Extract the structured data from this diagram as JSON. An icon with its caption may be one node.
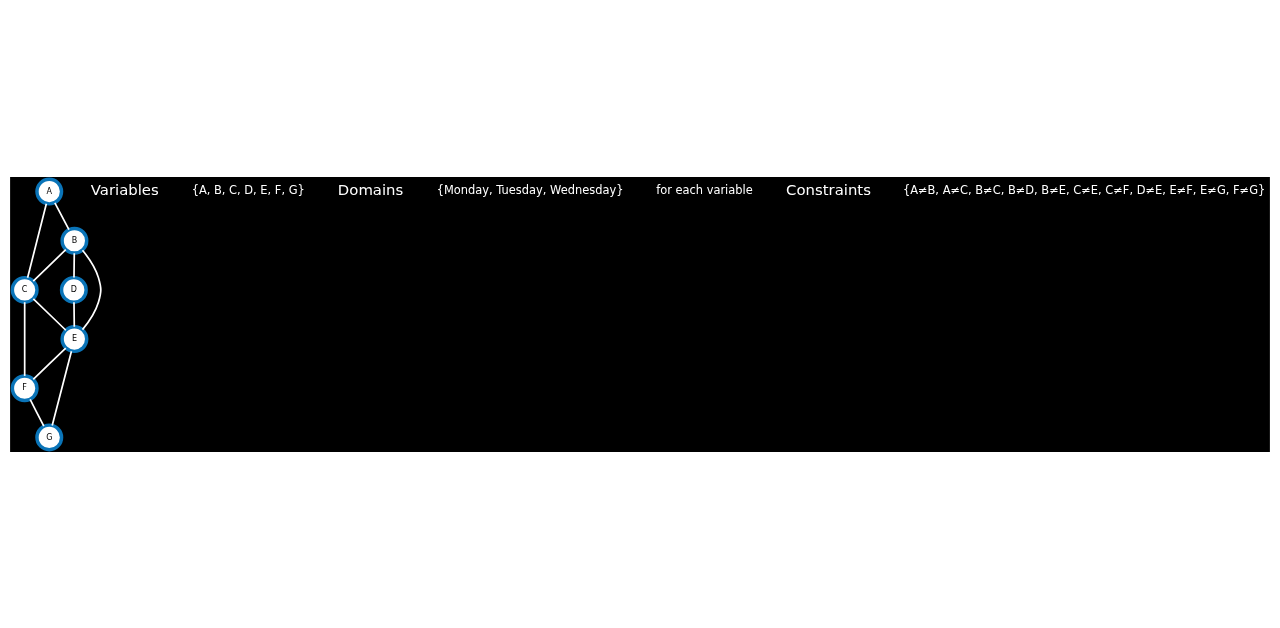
{
  "diagram": {
    "nodes": [
      {
        "text": [
          "A"
        ]
      },
      {
        "text": [
          "B"
        ]
      },
      {
        "text": [
          "C"
        ]
      },
      {
        "text": [
          "D"
        ]
      },
      {
        "text": [
          "E"
        ]
      },
      {
        "text": [
          "F"
        ]
      },
      {
        "text": [
          "G"
        ]
      }
    ],
    "edges": [
      {
        "from": 0,
        "to": 1,
        "arrow": "none"
      },
      {
        "from": 0,
        "to": 2,
        "arrow": "none"
      },
      {
        "from": 1,
        "to": 2,
        "arrow": "none"
      },
      {
        "from": 1,
        "to": 3,
        "arrow": "none"
      },
      {
        "from": 1,
        "to": 4,
        "arrow": "none"
      },
      {
        "from": 2,
        "to": 4,
        "arrow": "none"
      },
      {
        "from": 2,
        "to": 5,
        "arrow": "none"
      },
      {
        "from": 3,
        "to": 4,
        "arrow": "none"
      },
      {
        "from": 4,
        "to": 5,
        "arrow": "none"
      },
      {
        "from": 4,
        "to": 6,
        "arrow": "none"
      },
      {
        "from": 5,
        "to": 6,
        "arrow": "none"
      }
    ],
    "labels": [
      "Variables",
      "{A, B, C, D, E, F, G}",
      "Domains",
      "{Monday, Tuesday, Wednesday}",
      "for each variable",
      "Constraints",
      "{A≠B, A≠C, B≠C, B≠D, B≠E, C≠E, C≠F, D≠E, E≠F, E≠G, F≠G}"
    ]
  }
}
